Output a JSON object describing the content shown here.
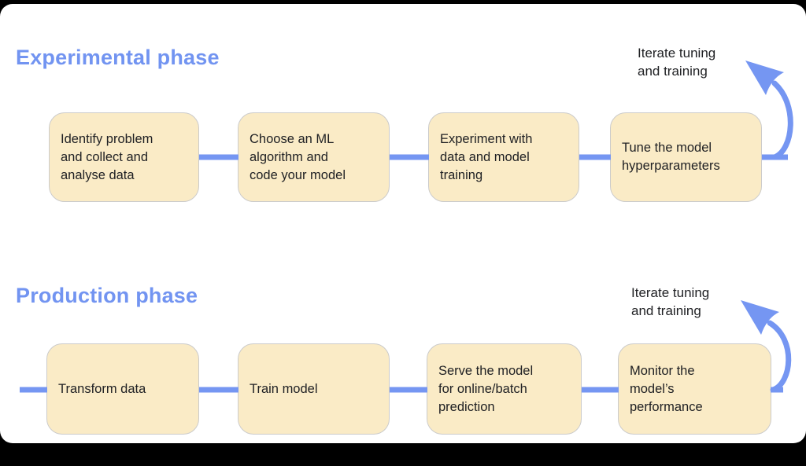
{
  "colors": {
    "accent_blue": "#7596F2",
    "box_fill": "#FAEBC6",
    "box_border": "#CBCBCB",
    "text": "#202124",
    "frame_background": "#000000",
    "canvas_background": "#FFFFFF"
  },
  "phases": [
    {
      "title": "Experimental phase",
      "iterate_label": {
        "line1": "Iterate tuning",
        "line2": "and training"
      },
      "steps": [
        {
          "lines": [
            "Identify problem",
            "and collect and",
            "analyse data"
          ]
        },
        {
          "lines": [
            "Choose an ML",
            "algorithm and",
            "code your model"
          ]
        },
        {
          "lines": [
            "Experiment with",
            "data and model",
            "training"
          ]
        },
        {
          "lines": [
            "Tune the model",
            "hyperparameters"
          ]
        }
      ]
    },
    {
      "title": "Production phase",
      "iterate_label": {
        "line1": "Iterate tuning",
        "line2": "and training"
      },
      "steps": [
        {
          "lines": [
            "Transform data"
          ]
        },
        {
          "lines": [
            "Train model"
          ]
        },
        {
          "lines": [
            "Serve the model",
            "for online/batch",
            "prediction"
          ]
        },
        {
          "lines": [
            "Monitor the",
            "model’s",
            "performance"
          ]
        }
      ]
    }
  ]
}
